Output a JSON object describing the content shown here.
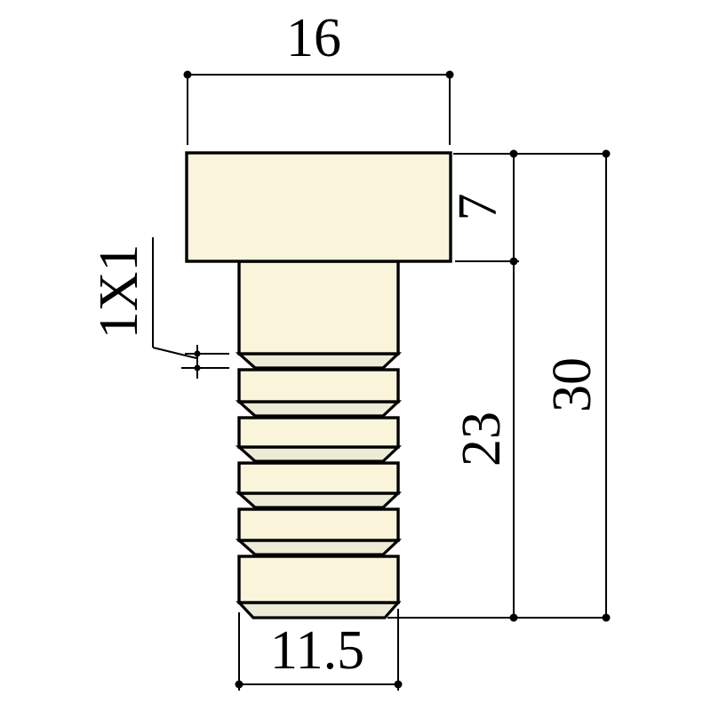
{
  "drawing": {
    "background": "#ffffff",
    "line_color": "#000000",
    "part_fill": "#faf5da",
    "groove_fill": "#edead6",
    "labels": {
      "head_width": "16",
      "head_height": "7",
      "thread_length": "23",
      "overall_length": "30",
      "shank_diameter": "11.5",
      "chamfer": "1X1"
    }
  }
}
